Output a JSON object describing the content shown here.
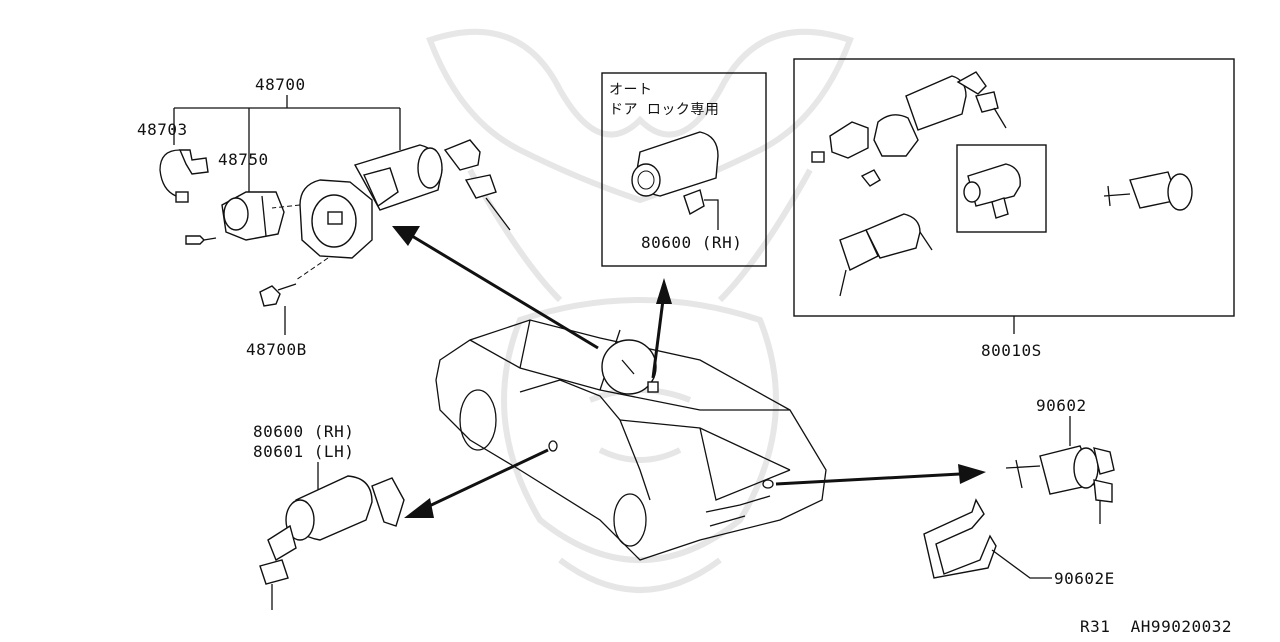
{
  "diagram": {
    "labels": {
      "p48700": "48700",
      "p48703": "48703",
      "p48750": "48750",
      "p48700B": "48700B",
      "auto_line1": "オート",
      "auto_line2": "ドア ロック専用",
      "p80600_inset": "80600 (RH)",
      "p80010S": "80010S",
      "p80600": "80600 (RH)",
      "p80601": "80601 (LH)",
      "p90602": "90602",
      "p90602E": "90602E",
      "footer": "R31  AH99020032"
    }
  }
}
